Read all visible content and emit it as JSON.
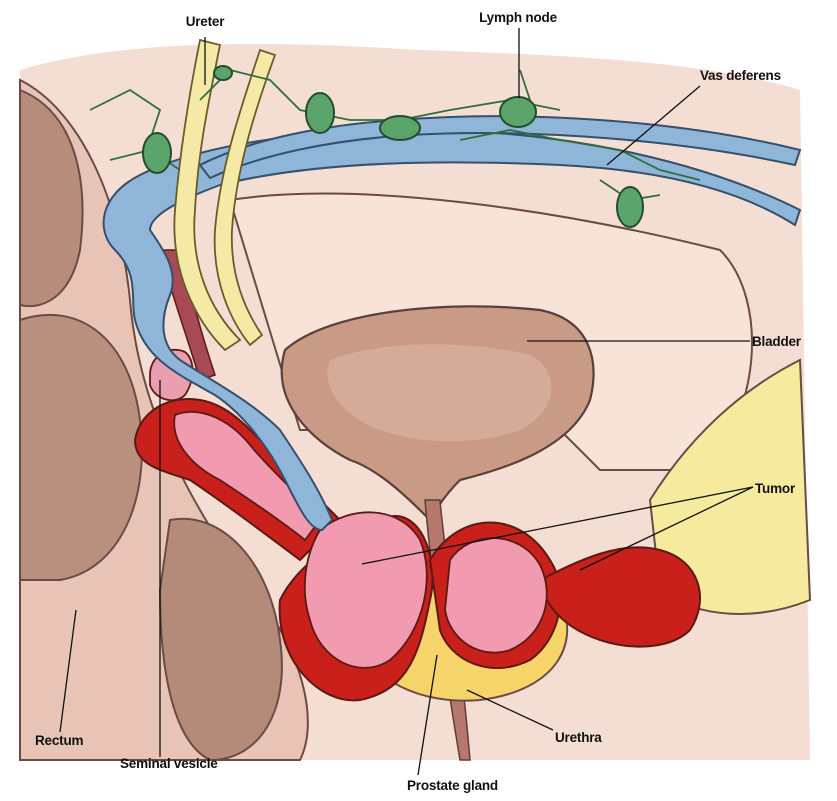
{
  "labels": {
    "ureter": "Ureter",
    "lymph_node": "Lymph node",
    "vas_deferens": "Vas deferens",
    "bladder": "Bladder",
    "tumor": "Tumor",
    "rectum": "Rectum",
    "seminal_vesicle": "Seminal vesicle",
    "prostate_gland": "Prostate gland",
    "urethra": "Urethra"
  },
  "colors": {
    "background_tissue": "#f3d9cf",
    "bladder": "#c99a86",
    "vas_deferens": "#8fb6d8",
    "ureter": "#f4eaa8",
    "lymph_node": "#5ba56a",
    "tumor_dark": "#c9201c",
    "tumor_light": "#f29bb0",
    "prostate": "#f6d86b",
    "rectum": "#b58a78",
    "bone": "#f5e7a0"
  }
}
